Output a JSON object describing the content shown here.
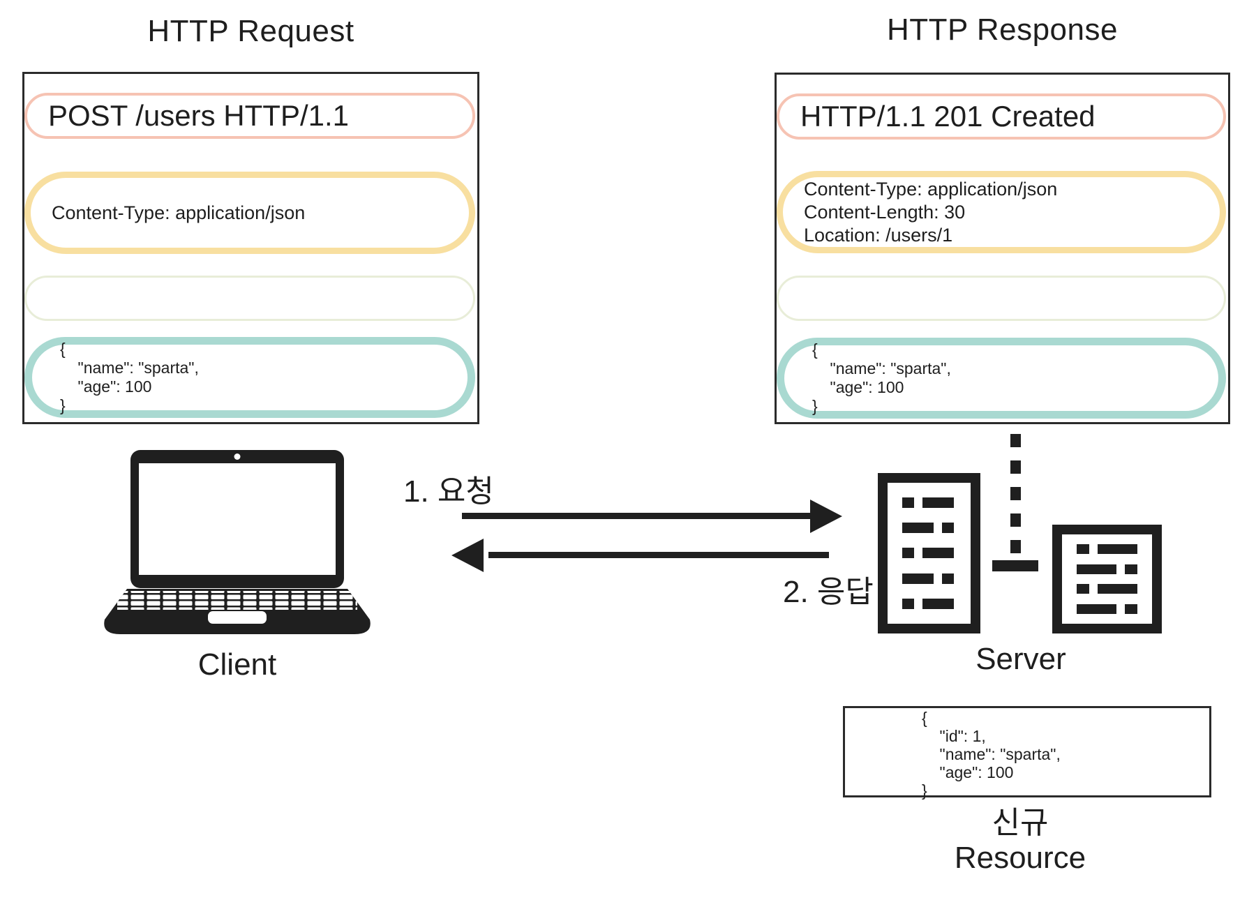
{
  "request": {
    "title": "HTTP Request",
    "start_line": "POST /users HTTP/1.1",
    "headers": "Content-Type: application/json",
    "body": "{\n    \"name\": \"sparta\",\n    \"age\": 100\n}"
  },
  "response": {
    "title": "HTTP Response",
    "status_line": "HTTP/1.1 201 Created",
    "headers": "Content-Type: application/json\nContent-Length: 30\nLocation: /users/1",
    "body": "{\n    \"name\": \"sparta\",\n    \"age\": 100\n}"
  },
  "flow": {
    "request_label": "1. 요청",
    "response_label": "2. 응답"
  },
  "client": {
    "label": "Client"
  },
  "server": {
    "label": "Server"
  },
  "resource": {
    "json": "{\n    \"id\": 1,\n    \"name\": \"sparta\",\n    \"age\": 100\n}",
    "label": "신규\nResource"
  },
  "colors": {
    "salmon": "#f6c3b3",
    "yellow": "#f8dfa0",
    "green": "#e8edd8",
    "teal": "#a9d9d1",
    "ink": "#1f1f1f",
    "border": "#2b2b2b"
  }
}
